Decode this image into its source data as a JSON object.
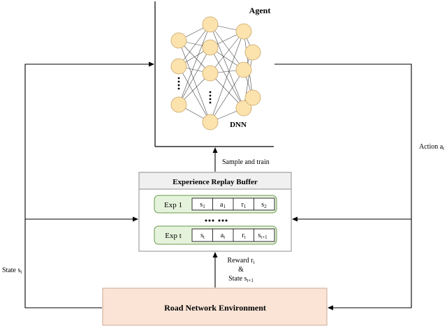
{
  "agent": {
    "title": "Agent",
    "network_label": "DNN",
    "node_color": "#fce3ad",
    "node_stroke": "#c8a56a"
  },
  "buffer": {
    "title": "Experience Replay Buffer",
    "header_fill": "#f0f0f0",
    "row_fill": "#e6f3dc",
    "row_stroke": "#6a9a4a",
    "rows": [
      {
        "name": "Exp 1",
        "cells": [
          {
            "base": "s",
            "sub": "1"
          },
          {
            "base": "a",
            "sub": "1"
          },
          {
            "base": "r",
            "sub": "1"
          },
          {
            "base": "s",
            "sub": "2"
          }
        ]
      },
      {
        "name": "Exp t",
        "cells": [
          {
            "base": "s",
            "sub": "t"
          },
          {
            "base": "a",
            "sub": "t"
          },
          {
            "base": "r",
            "sub": "t"
          },
          {
            "base": "s",
            "sub": "t+1"
          }
        ]
      }
    ]
  },
  "environment": {
    "title": "Road Network Environment",
    "fill": "#fbe4d6",
    "stroke": "#c9a892"
  },
  "labels": {
    "sample_and_train": "Sample and train",
    "action": {
      "base": "Action a",
      "sub": "t"
    },
    "state": {
      "base": "State s",
      "sub": "t"
    },
    "reward": {
      "base": "Reward r",
      "sub": "t"
    },
    "ampersand": "&",
    "next_state": {
      "base": "State s",
      "sub": "t+1"
    }
  }
}
